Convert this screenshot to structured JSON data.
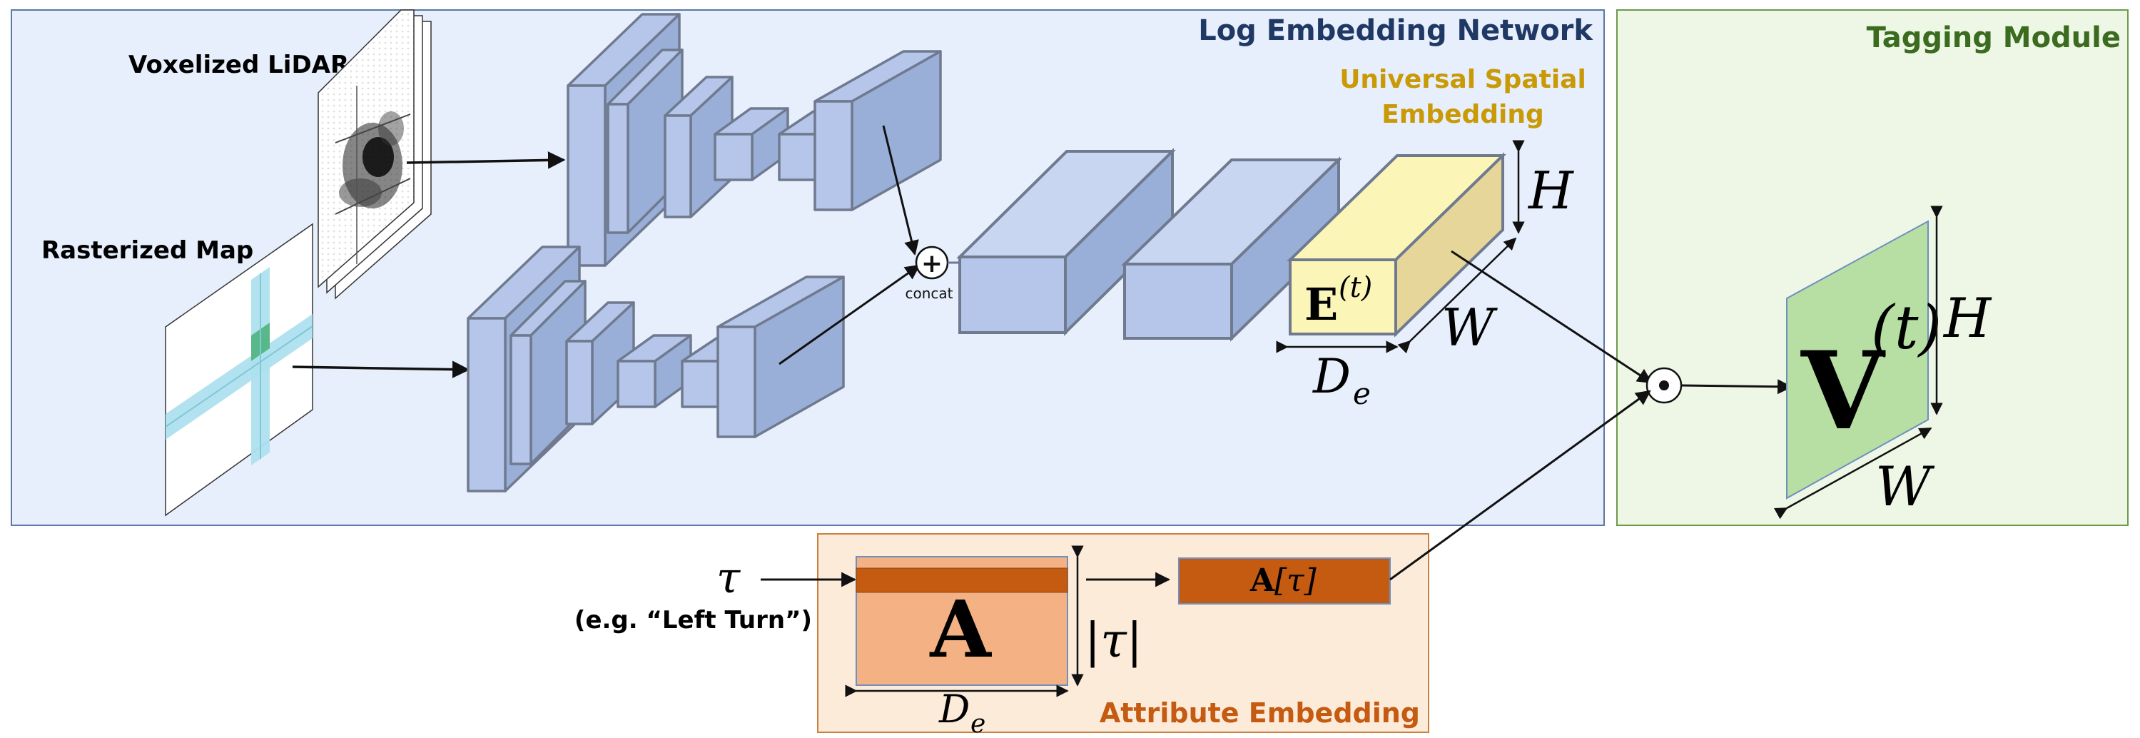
{
  "panels": {
    "log_embedding": "Log Embedding Network",
    "tagging": "Tagging Module",
    "attribute": "Attribute Embedding",
    "universal_line1": "Universal Spatial",
    "universal_line2": "Embedding"
  },
  "inputs": {
    "lidar": "Voxelized LiDAR",
    "map": "Rasterized Map"
  },
  "ops": {
    "concat_symbol": "+",
    "concat_label": "concat"
  },
  "math": {
    "E_main": "E",
    "E_sup": "(t)",
    "H": "H",
    "W": "W",
    "De_base": "D",
    "De_sub": "e",
    "V_main": "V",
    "V_sup": "(t)",
    "A": "A",
    "A_tau_bold": "A",
    "A_tau_rest": "[τ]",
    "tau": "τ",
    "tau_abs": "|τ|"
  },
  "example": "(e.g. “Left Turn”)",
  "colors": {
    "log_bg": "#e7eefc",
    "log_border": "#5a78a8",
    "log_title": "#1f3864",
    "tag_bg": "#eef7e6",
    "tag_border": "#6d9a4a",
    "tag_title": "#3b6b1f",
    "attr_bg": "#fdebd9",
    "attr_border": "#c9803e",
    "attr_title": "#c55a11",
    "universal": "#c99a06",
    "cnn_front": "#b6c6ea",
    "cnn_side": "#9aafd8",
    "cnn_stroke": "#6f7a8f",
    "tensor_yellow_front": "#fbf6b8",
    "tensor_yellow_side": "#e6d69a",
    "green_sheet": "#b7dea3",
    "orange_dark": "#c55a11",
    "orange_light": "#f4b183"
  }
}
